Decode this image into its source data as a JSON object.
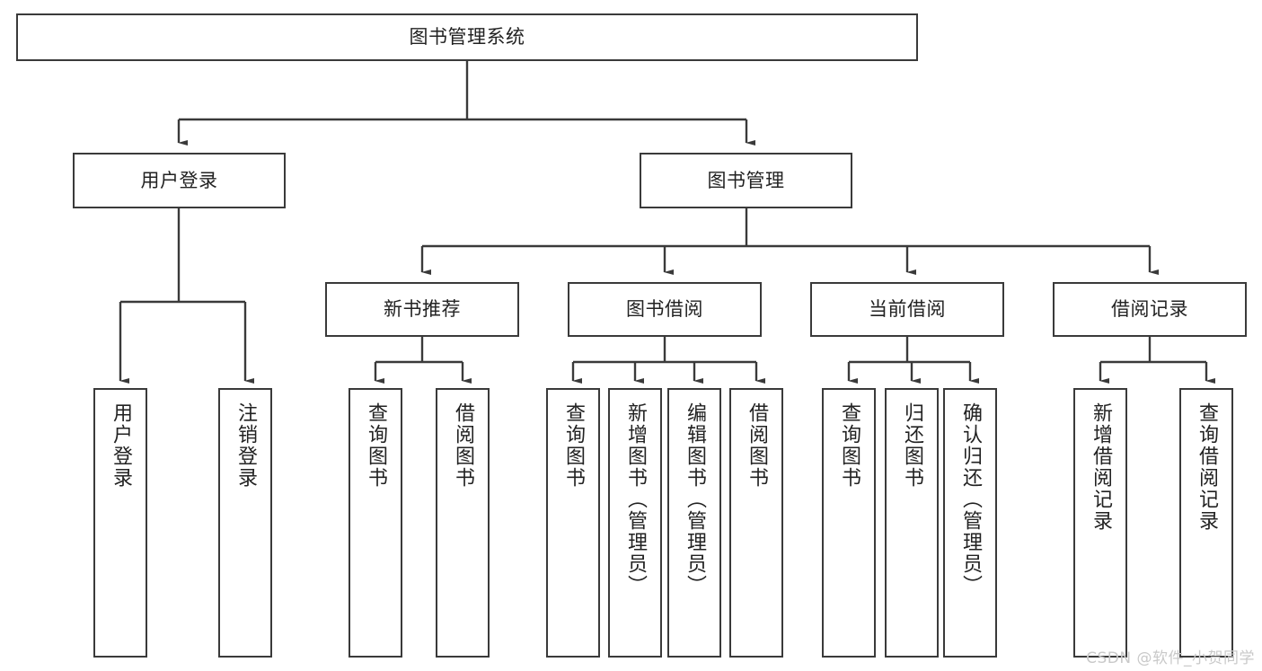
{
  "diagram": {
    "type": "tree",
    "title": "图书管理系统",
    "orientation": "top-down",
    "colors": {
      "box_border": "#3a3a3a",
      "box_fill": "#ffffff",
      "line": "#3a3a3a",
      "text": "#222222",
      "watermark": "#c9c9c9"
    },
    "root": {
      "label": "图书管理系统"
    },
    "level2": [
      {
        "label": "用户登录"
      },
      {
        "label": "图书管理"
      }
    ],
    "level3": [
      {
        "label": "新书推荐"
      },
      {
        "label": "图书借阅"
      },
      {
        "label": "当前借阅"
      },
      {
        "label": "借阅记录"
      }
    ],
    "leaves": {
      "user_login": [
        {
          "label": "用户登录"
        },
        {
          "label": "注销登录"
        }
      ],
      "new_book_recommend": [
        {
          "label": "查询图书"
        },
        {
          "label": "借阅图书"
        }
      ],
      "book_borrow": [
        {
          "label": "查询图书"
        },
        {
          "label": "新增图书（管理员）"
        },
        {
          "label": "编辑图书（管理员）"
        },
        {
          "label": "借阅图书"
        }
      ],
      "current_borrow": [
        {
          "label": "查询图书"
        },
        {
          "label": "归还图书"
        },
        {
          "label": "确认归还（管理员）"
        }
      ],
      "borrow_record": [
        {
          "label": "新增借阅记录"
        },
        {
          "label": "查询借阅记录"
        }
      ]
    }
  },
  "watermark": {
    "text": "CSDN @软件_小贺同学"
  }
}
